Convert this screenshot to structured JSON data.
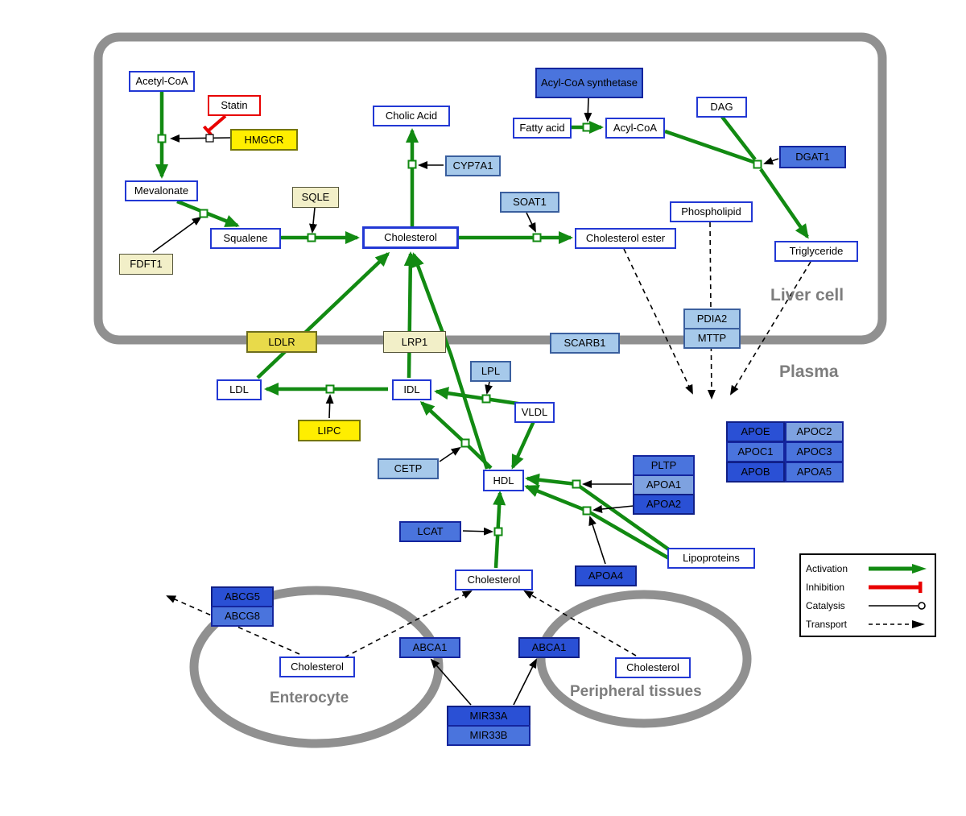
{
  "compartments": {
    "liver": "Liver cell",
    "plasma": "Plasma",
    "enterocyte": "Enterocyte",
    "peripheral": "Peripheral tissues"
  },
  "legend": {
    "activation": "Activation",
    "inhibition": "Inhibition",
    "catalysis": "Catalysis",
    "transport": "Transport"
  },
  "nodes": {
    "acetyl_coa": "Acetyl-CoA",
    "statin": "Statin",
    "hmgcr": "HMGCR",
    "mevalonate": "Mevalonate",
    "fdft1": "FDFT1",
    "squalene": "Squalene",
    "sqle": "SQLE",
    "cholesterol_liver": "Cholesterol",
    "cholic_acid": "Cholic Acid",
    "cyp7a1": "CYP7A1",
    "soat1": "SOAT1",
    "cholesterol_ester": "Cholesterol ester",
    "acyl_coa_synthetase": "Acyl-CoA synthetase",
    "fatty_acid": "Fatty acid",
    "acyl_coa": "Acyl-CoA",
    "dag": "DAG",
    "dgat1": "DGAT1",
    "phospholipid": "Phospholipid",
    "triglyceride": "Triglyceride",
    "ldlr": "LDLR",
    "lrp1": "LRP1",
    "scarb1": "SCARB1",
    "pdia2": "PDIA2",
    "mttp": "MTTP",
    "ldl": "LDL",
    "idl": "IDL",
    "lpl": "LPL",
    "vldl": "VLDL",
    "lipc": "LIPC",
    "cetp": "CETP",
    "hdl": "HDL",
    "lcat": "LCAT",
    "pltp": "PLTP",
    "apoa1": "APOA1",
    "apoa2": "APOA2",
    "apoa4": "APOA4",
    "lipoproteins": "Lipoproteins",
    "apoe": "APOE",
    "apoc2": "APOC2",
    "apoc1": "APOC1",
    "apoc3": "APOC3",
    "apob": "APOB",
    "apoa5": "APOA5",
    "cholesterol_plasma": "Cholesterol",
    "abcg5": "ABCG5",
    "abcg8": "ABCG8",
    "cholesterol_enterocyte": "Cholesterol",
    "abca1_left": "ABCA1",
    "abca1_right": "ABCA1",
    "cholesterol_peripheral": "Cholesterol",
    "mir33a": "MIR33A",
    "mir33b": "MIR33B"
  },
  "colors": {
    "activation": "#128a12",
    "inhibition": "#e90000",
    "membrane": "#909090",
    "node_blue_strong": "#2a50d5",
    "node_blue_medium": "#4a74dd",
    "node_blue_light": "#a6c9ea",
    "node_yellow": "#ffee00",
    "node_yellow_pale": "#f2efc8"
  }
}
